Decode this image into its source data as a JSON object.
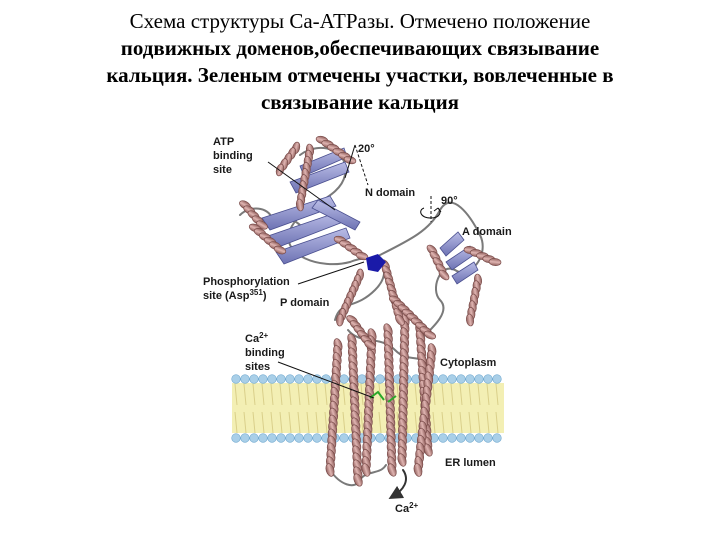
{
  "title": {
    "lines": [
      "Схема структуры Са-АТРазы. Отмечено положение",
      "подвижных доменов,обеспечивающих связывание",
      "кальция. Зеленым отмечены участки, вовлеченные в",
      "связывание кальция"
    ]
  },
  "labels": {
    "atp_site": [
      "ATP",
      "binding",
      "site"
    ],
    "n_domain": "N domain",
    "n_angle": "20°",
    "a_angle": "90°",
    "a_domain": "A domain",
    "phospho_site_line1": "Phosphorylation",
    "phospho_site_line2": "site (Asp",
    "phospho_site_sup": "351",
    "phospho_site_end": ")",
    "p_domain": "P domain",
    "ca_site": [
      "Ca",
      "binding",
      "sites"
    ],
    "ca_site_sup": "2+",
    "cytoplasm": "Cytoplasm",
    "er_lumen": "ER lumen",
    "ca_out": "Ca",
    "ca_out_sup": "2+"
  },
  "colors": {
    "helix": "#c9928f",
    "helix_dark": "#7a4c4a",
    "sheet": "#8a8ec8",
    "loop": "#777777",
    "membrane_core": "#f3efb4",
    "lipid_head": "#a9cfe8",
    "phospho_site": "#1a1aa8",
    "calcium_site": "#2aa82a"
  }
}
